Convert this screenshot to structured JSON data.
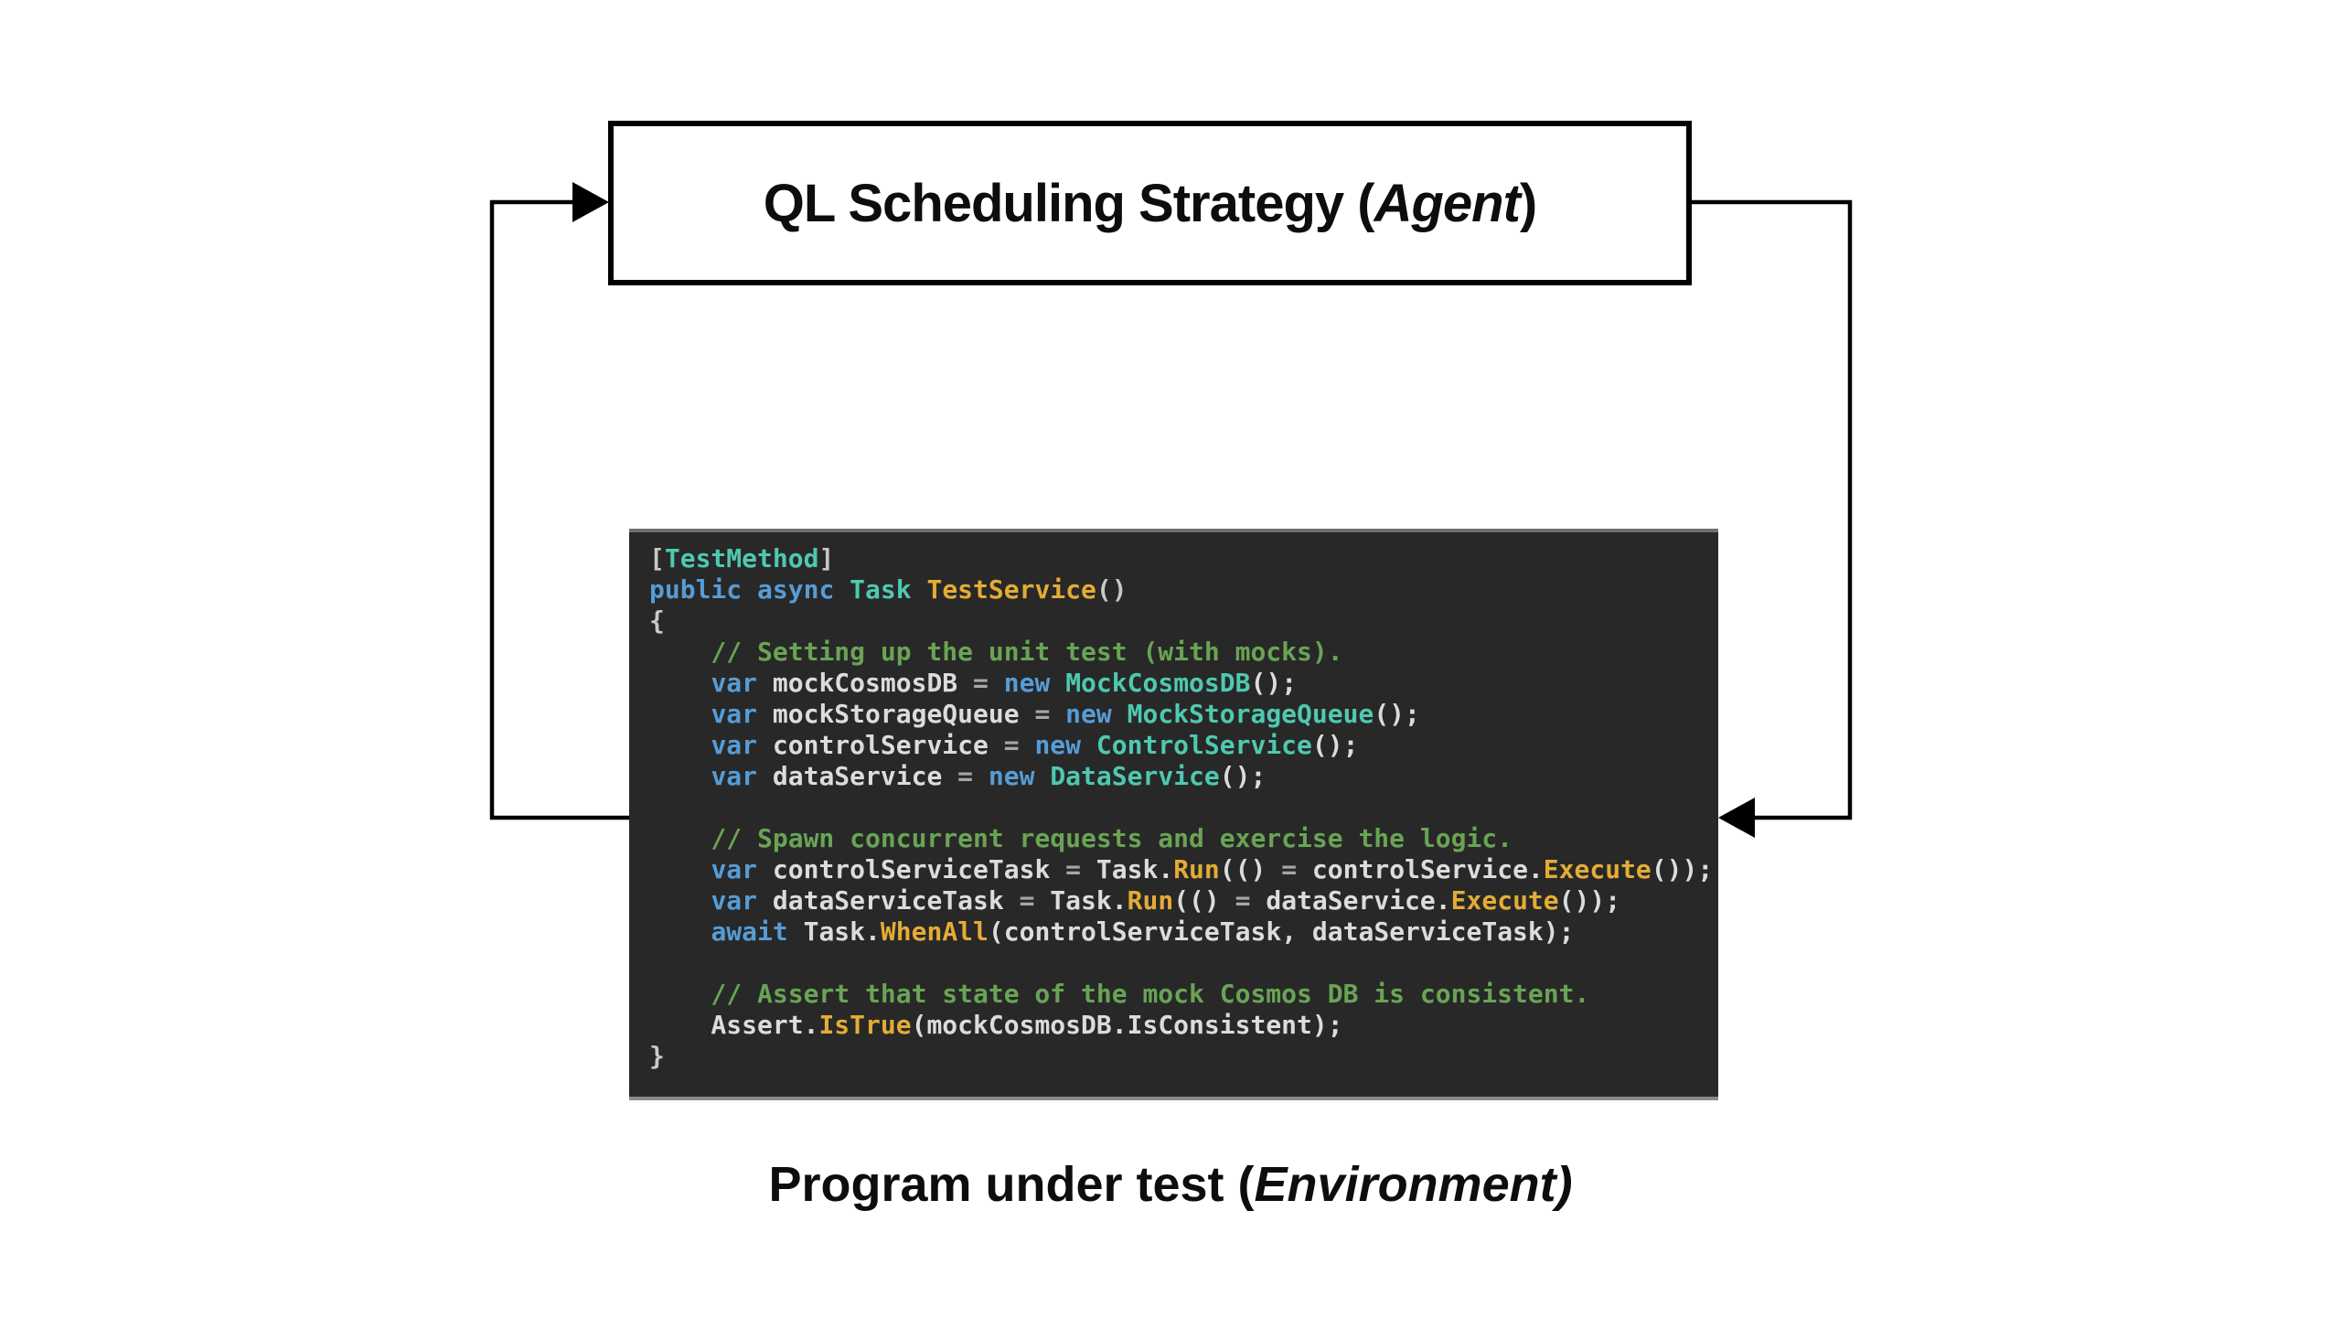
{
  "canvas": {
    "bg": "#ffffff"
  },
  "agent_box": {
    "prefix": "QL Scheduling Strategy (",
    "italic": "Agent",
    "suffix": ")",
    "border_color": "#000000",
    "fill": "#ffffff",
    "text_color": "#0d0d0d"
  },
  "environment_label": {
    "prefix": "Program under test (",
    "italic": "Environment)",
    "text_color": "#0d0d0d"
  },
  "arrows": {
    "color": "#000000"
  },
  "code_block": {
    "bg": "#282828",
    "border_top": "#6f6f6f",
    "border_bottom": "#8a8a8a",
    "palette": {
      "keyword": "#569CD6",
      "type": "#4EC9B0",
      "method": "#E3AC35",
      "comment": "#69A455",
      "text": "#DCDCDC",
      "punct": "#C8C8C8",
      "operator": "#A6A6A6"
    },
    "lines": [
      [
        [
          "[",
          "punct"
        ],
        [
          "TestMethod",
          "type"
        ],
        [
          "]",
          "punct"
        ]
      ],
      [
        [
          "public",
          "keyword"
        ],
        [
          " ",
          "text"
        ],
        [
          "async",
          "keyword"
        ],
        [
          " ",
          "text"
        ],
        [
          "Task",
          "type"
        ],
        [
          " ",
          "text"
        ],
        [
          "TestService",
          "method"
        ],
        [
          "()",
          "punct"
        ]
      ],
      [
        [
          "{",
          "punct"
        ]
      ],
      [
        [
          "    // Setting up the unit test (with mocks).",
          "comment"
        ]
      ],
      [
        [
          "    ",
          "text"
        ],
        [
          "var",
          "keyword"
        ],
        [
          " mockCosmosDB ",
          "text"
        ],
        [
          "=",
          "operator"
        ],
        [
          " ",
          "text"
        ],
        [
          "new",
          "keyword"
        ],
        [
          " ",
          "text"
        ],
        [
          "MockCosmosDB",
          "type"
        ],
        [
          "();",
          "text"
        ]
      ],
      [
        [
          "    ",
          "text"
        ],
        [
          "var",
          "keyword"
        ],
        [
          " mockStorageQueue ",
          "text"
        ],
        [
          "=",
          "operator"
        ],
        [
          " ",
          "text"
        ],
        [
          "new",
          "keyword"
        ],
        [
          " ",
          "text"
        ],
        [
          "MockStorageQueue",
          "type"
        ],
        [
          "();",
          "text"
        ]
      ],
      [
        [
          "    ",
          "text"
        ],
        [
          "var",
          "keyword"
        ],
        [
          " controlService ",
          "text"
        ],
        [
          "=",
          "operator"
        ],
        [
          " ",
          "text"
        ],
        [
          "new",
          "keyword"
        ],
        [
          " ",
          "text"
        ],
        [
          "ControlService",
          "type"
        ],
        [
          "();",
          "text"
        ]
      ],
      [
        [
          "    ",
          "text"
        ],
        [
          "var",
          "keyword"
        ],
        [
          " dataService ",
          "text"
        ],
        [
          "=",
          "operator"
        ],
        [
          " ",
          "text"
        ],
        [
          "new",
          "keyword"
        ],
        [
          " ",
          "text"
        ],
        [
          "DataService",
          "type"
        ],
        [
          "();",
          "text"
        ]
      ],
      [],
      [
        [
          "    // Spawn concurrent requests and exercise the logic.",
          "comment"
        ]
      ],
      [
        [
          "    ",
          "text"
        ],
        [
          "var",
          "keyword"
        ],
        [
          " controlServiceTask ",
          "text"
        ],
        [
          "=",
          "operator"
        ],
        [
          " Task.",
          "text"
        ],
        [
          "Run",
          "method"
        ],
        [
          "(() ",
          "text"
        ],
        [
          "=",
          "operator"
        ],
        [
          " controlService.",
          "text"
        ],
        [
          "Execute",
          "method"
        ],
        [
          "());",
          "text"
        ]
      ],
      [
        [
          "    ",
          "text"
        ],
        [
          "var",
          "keyword"
        ],
        [
          " dataServiceTask ",
          "text"
        ],
        [
          "=",
          "operator"
        ],
        [
          " Task.",
          "text"
        ],
        [
          "Run",
          "method"
        ],
        [
          "(() ",
          "text"
        ],
        [
          "=",
          "operator"
        ],
        [
          " dataService.",
          "text"
        ],
        [
          "Execute",
          "method"
        ],
        [
          "());",
          "text"
        ]
      ],
      [
        [
          "    ",
          "text"
        ],
        [
          "await",
          "keyword"
        ],
        [
          " Task.",
          "text"
        ],
        [
          "WhenAll",
          "method"
        ],
        [
          "(controlServiceTask, dataServiceTask);",
          "text"
        ]
      ],
      [],
      [
        [
          "    // Assert that state of the mock Cosmos DB is consistent.",
          "comment"
        ]
      ],
      [
        [
          "    Assert.",
          "text"
        ],
        [
          "IsTrue",
          "method"
        ],
        [
          "(mockCosmosDB.IsConsistent);",
          "text"
        ]
      ],
      [
        [
          "}",
          "punct"
        ]
      ]
    ]
  }
}
